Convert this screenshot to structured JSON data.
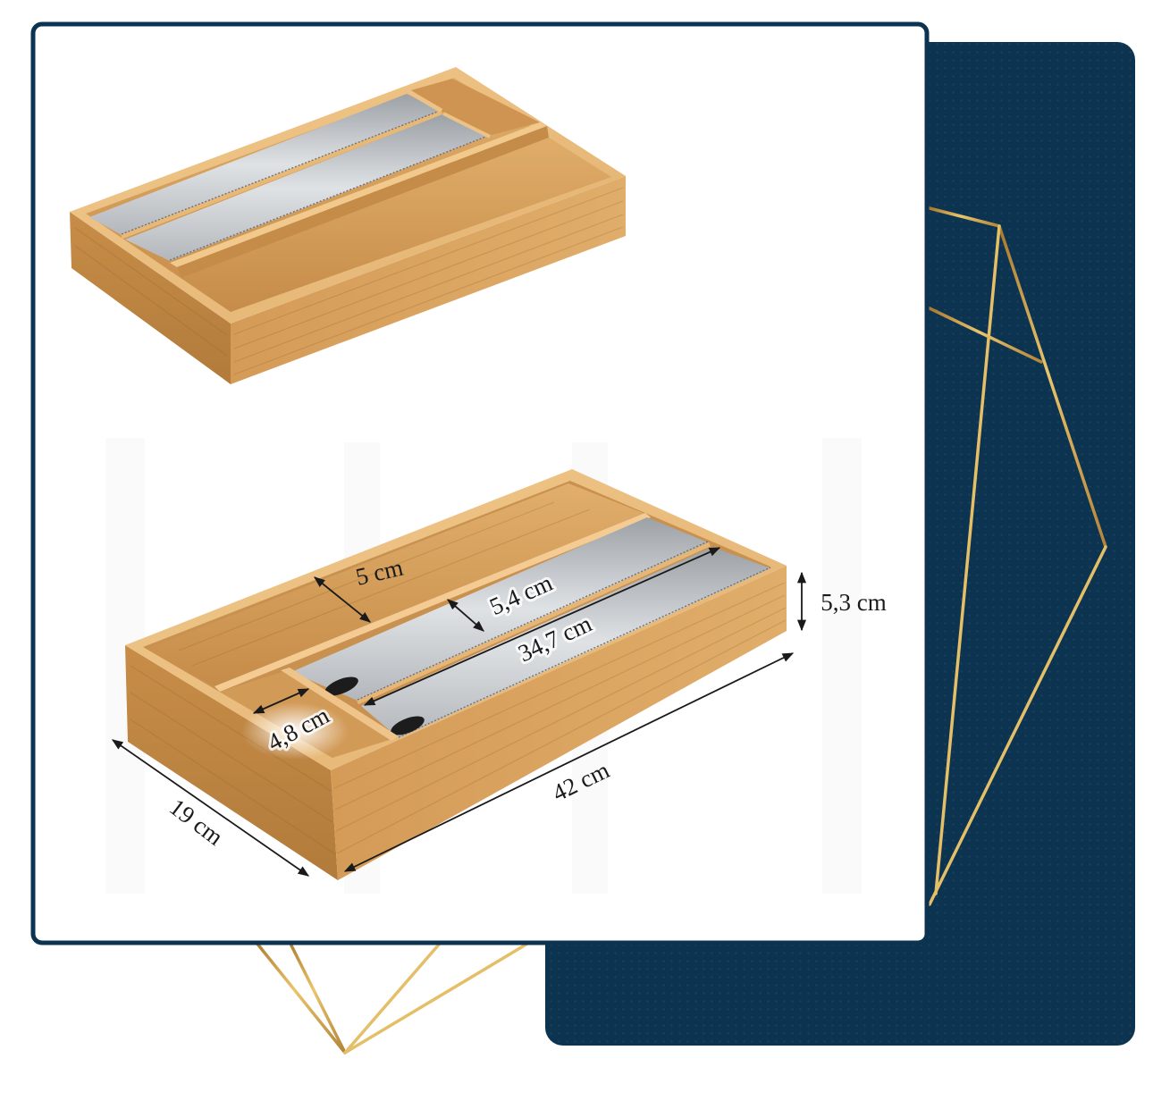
{
  "dimensions": {
    "divider_gap": "5 cm",
    "strip_width": "5,4 cm",
    "strip_length": "34,7 cm",
    "height": "5,3 cm",
    "small_compartment": "4,8 cm",
    "depth": "19 cm",
    "length": "42 cm"
  },
  "colors": {
    "navy": "#0c3350",
    "gold": "#c9a04c",
    "bamboo": "#dba663",
    "metal": "#c3c7cb"
  }
}
